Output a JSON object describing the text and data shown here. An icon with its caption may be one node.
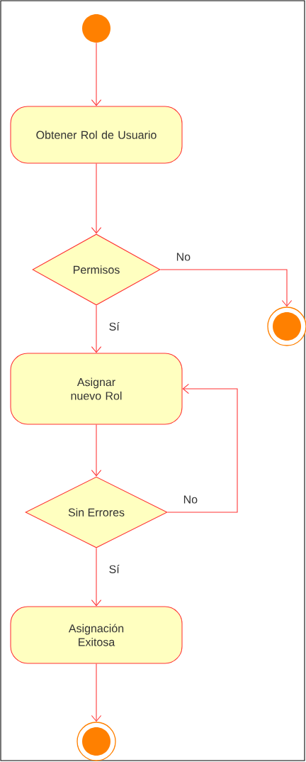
{
  "diagram": {
    "nodes": [
      {
        "text": [],
        "shape": "circle"
      },
      {
        "text": [
          "Obtener Rol de Usuario"
        ]
      },
      {
        "text": [
          "Permisos"
        ]
      },
      {
        "text": [],
        "shape": "circle"
      },
      {
        "text": [
          "Asignar nuevo Rol"
        ]
      },
      {
        "text": [
          "Sin Errores"
        ]
      },
      {
        "text": [
          "Asignación Exitosa"
        ]
      },
      {
        "text": [],
        "shape": "circle"
      }
    ],
    "edges": [
      {
        "from": 0,
        "to": 1,
        "arrow": "to"
      },
      {
        "from": 1,
        "to": 2,
        "arrow": "to"
      },
      {
        "from": 2,
        "to": 3,
        "arrow": "to",
        "label": "No"
      },
      {
        "from": 2,
        "to": 4,
        "arrow": "to",
        "label": "Sí"
      },
      {
        "from": 4,
        "to": 5,
        "arrow": "to"
      },
      {
        "from": 5,
        "to": 4,
        "arrow": "to",
        "label": "No"
      },
      {
        "from": 5,
        "to": 6,
        "arrow": "to",
        "label": "Sí"
      },
      {
        "from": 6,
        "to": 7,
        "arrow": "to"
      }
    ]
  }
}
